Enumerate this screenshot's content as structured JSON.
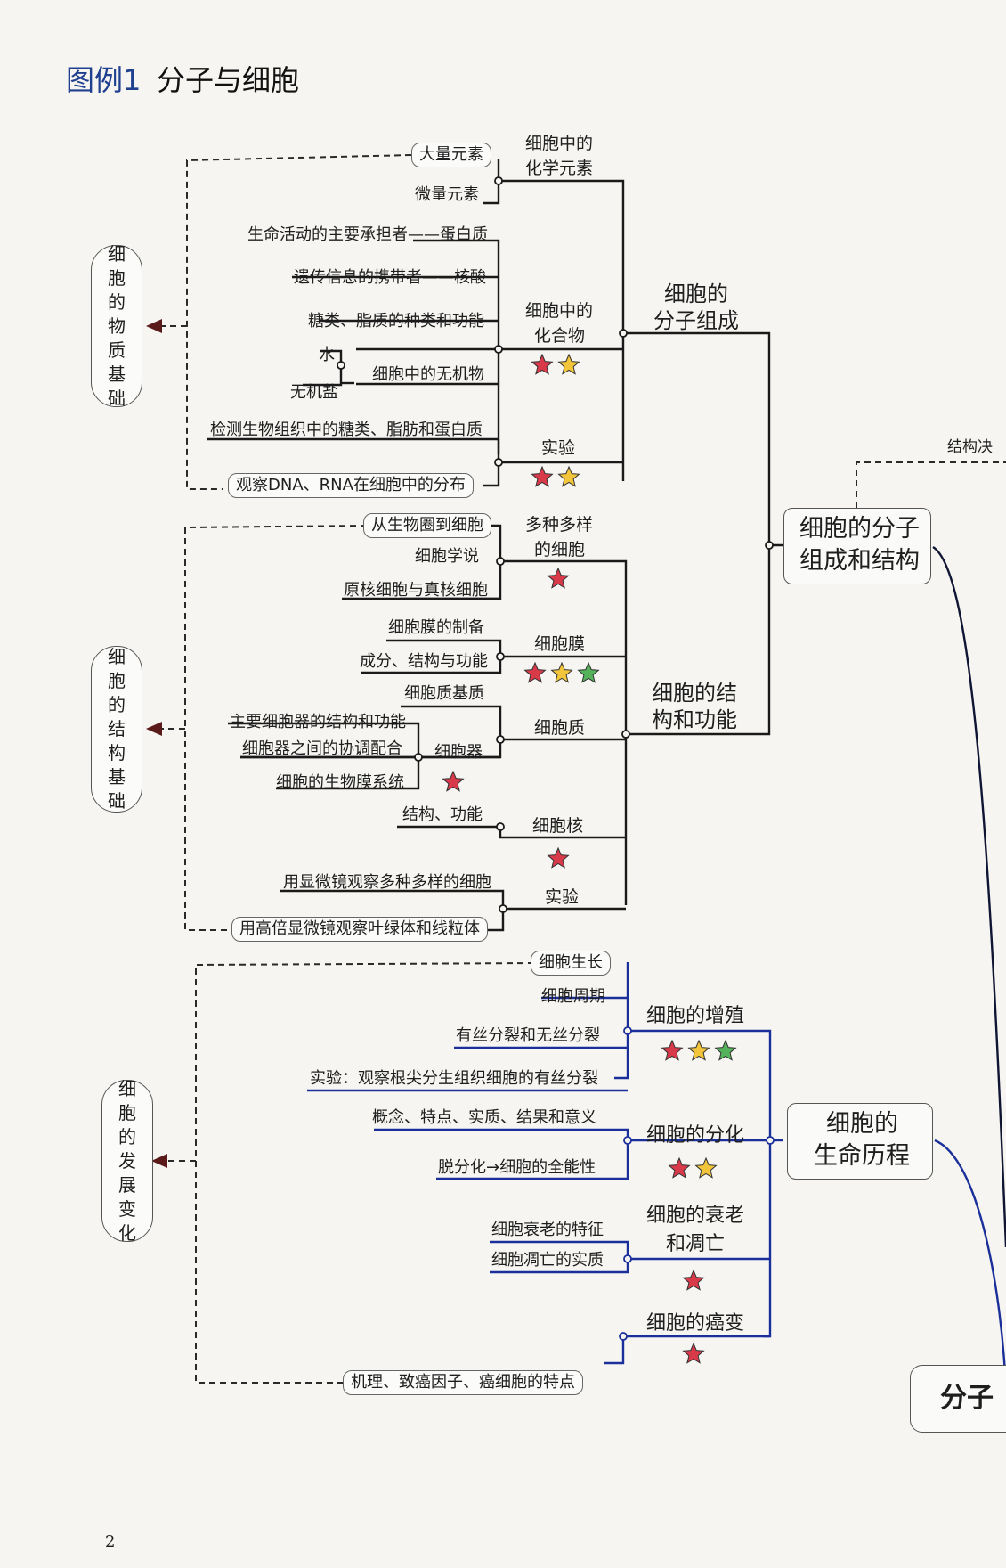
{
  "header": {
    "prefix": "图例1",
    "title": "分子与细胞"
  },
  "side_labels": {
    "material": [
      "细",
      "胞",
      "的",
      "物",
      "质",
      "基",
      "础"
    ],
    "structure": [
      "细",
      "胞",
      "的",
      "结",
      "构",
      "基",
      "础"
    ],
    "development": [
      "细",
      "胞",
      "的",
      "发",
      "展",
      "变",
      "化"
    ]
  },
  "root_partial": {
    "label": "分子",
    "edge_label": "结构决"
  },
  "sections": {
    "molecular": {
      "title": "细胞的分子组成和结构",
      "title_lines": [
        "细胞的分子",
        "组成和结构"
      ],
      "composition": {
        "label_lines": [
          "细胞的",
          "分子组成"
        ],
        "elements": {
          "label_lines": [
            "细胞中的",
            "化学元素"
          ],
          "items": [
            "大量元素",
            "微量元素"
          ]
        },
        "compounds": {
          "label_lines": [
            "细胞中的",
            "化合物"
          ],
          "items": [
            "生命活动的主要承担者——蛋白质",
            "遗传信息的携带者——核酸",
            "糖类、脂质的种类和功能"
          ],
          "inorganic": {
            "label": "细胞中的无机物",
            "items": [
              "水",
              "无机盐"
            ]
          },
          "stars": [
            "red",
            "yellow"
          ]
        },
        "experiment": {
          "label": "实验",
          "items": [
            "检测生物组织中的糖类、脂肪和蛋白质",
            "观察DNA、RNA在细胞中的分布"
          ],
          "stars": [
            "red",
            "yellow"
          ]
        }
      },
      "structure": {
        "label_lines": [
          "细胞的结",
          "构和功能"
        ],
        "diversity": {
          "label_lines": [
            "多种多样",
            "的细胞"
          ],
          "items": [
            "从生物圈到细胞",
            "细胞学说",
            "原核细胞与真核细胞"
          ],
          "stars": [
            "red"
          ]
        },
        "membrane": {
          "label": "细胞膜",
          "items": [
            "细胞膜的制备",
            "成分、结构与功能"
          ],
          "stars": [
            "red",
            "yellow",
            "green"
          ]
        },
        "cytoplasm": {
          "label": "细胞质",
          "items": [
            "细胞质基质"
          ],
          "organelles": {
            "label": "细胞器",
            "items": [
              "主要细胞器的结构和功能",
              "细胞器之间的协调配合",
              "细胞的生物膜系统"
            ],
            "stars": [
              "red"
            ]
          }
        },
        "nucleus": {
          "label": "细胞核",
          "items": [
            "结构、功能"
          ],
          "stars": [
            "red"
          ]
        },
        "experiment": {
          "label": "实验",
          "items": [
            "用显微镜观察多种多样的细胞",
            "用高倍显微镜观察叶绿体和线粒体"
          ]
        }
      }
    },
    "lifecycle": {
      "title_lines": [
        "细胞的",
        "生命历程"
      ],
      "proliferation": {
        "label": "细胞的增殖",
        "items": [
          "细胞生长",
          "细胞周期",
          "有丝分裂和无丝分裂",
          "实验：观察根尖分生组织细胞的有丝分裂"
        ],
        "stars": [
          "red",
          "yellow",
          "green"
        ]
      },
      "differentiation": {
        "label": "细胞的分化",
        "items": [
          "概念、特点、实质、结果和意义",
          "脱分化→细胞的全能性"
        ],
        "stars": [
          "red",
          "yellow"
        ]
      },
      "aging": {
        "label_lines": [
          "细胞的衰老",
          "和凋亡"
        ],
        "items": [
          "细胞衰老的特征",
          "细胞凋亡的实质"
        ],
        "stars": [
          "red"
        ]
      },
      "cancer": {
        "label": "细胞的癌变",
        "items": [
          "机理、致癌因子、癌细胞的特点"
        ],
        "stars": [
          "red"
        ]
      }
    }
  },
  "page_number": "2",
  "colors": {
    "title_blue": "#1f3f8f",
    "line": "#1a1a1a",
    "blue_line": "#1b2f9a",
    "star_red": "#d83a4a",
    "star_yellow": "#f2c53a",
    "star_green": "#54b25a",
    "arrow": "#5a1a1a"
  }
}
